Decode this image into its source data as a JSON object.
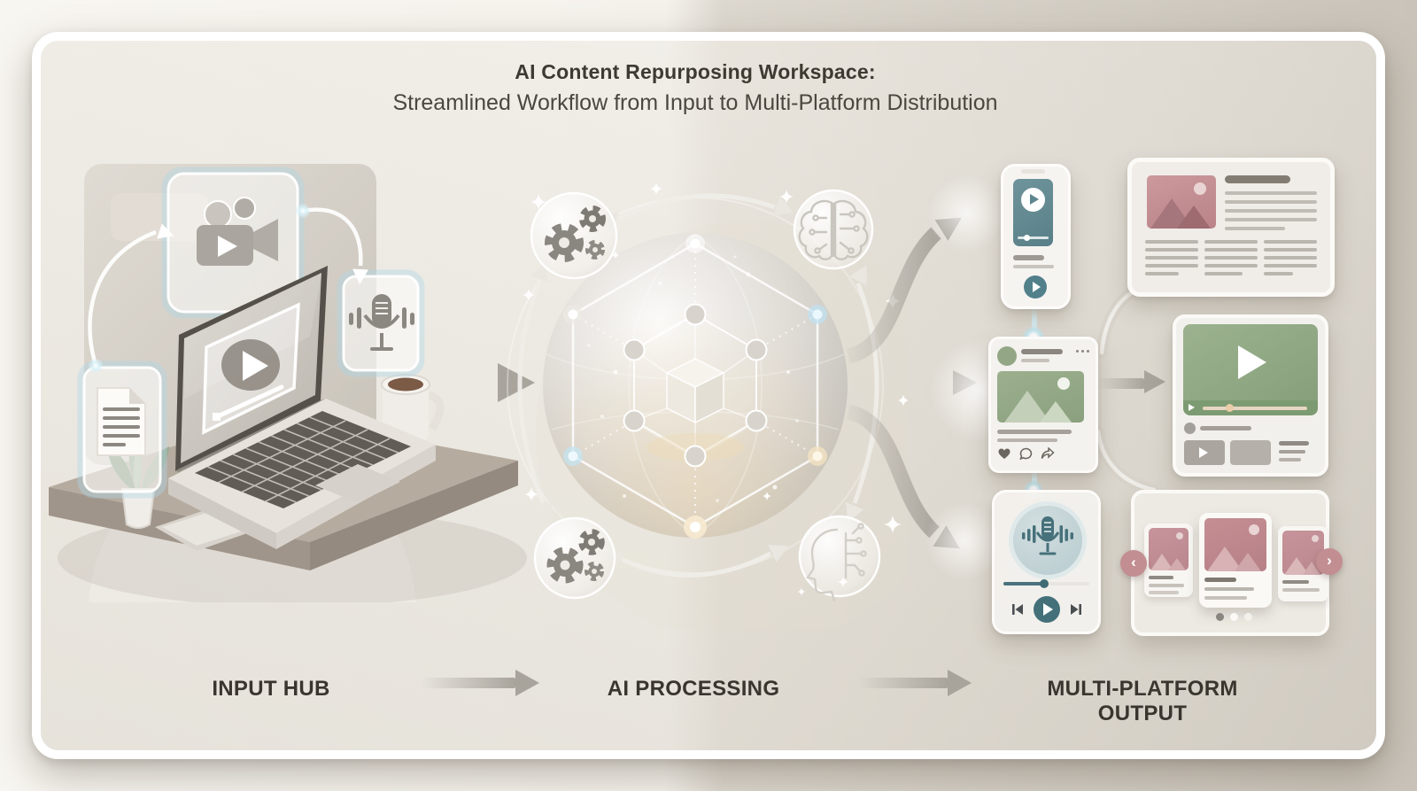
{
  "header": {
    "title_line1": "AI Content Repurposing Workspace:",
    "title_line2": "Streamlined Workflow from Input to Multi-Platform Distribution"
  },
  "flow": {
    "input_label": "INPUT HUB",
    "processing_label": "AI PROCESSING",
    "output_label": "MULTI-PLATFORM OUTPUT"
  },
  "input_hub": {
    "source_icons": [
      "document-icon",
      "video-camera-icon",
      "microphone-icon"
    ],
    "device": "laptop-with-video-player",
    "desk_items": [
      "potted-plant",
      "tablet",
      "coffee-mug"
    ]
  },
  "ai_processing": {
    "core": "neural-network-sphere-with-cube",
    "bubble_icons": [
      "gears-icon",
      "brain-circuit-icon",
      "gears-icon",
      "ai-head-circuit-icon"
    ]
  },
  "output": {
    "mobile_video": {
      "type": "short-video-phone",
      "progress_fraction": 0.3
    },
    "article": {
      "type": "blog-article",
      "text_columns": 3
    },
    "social_post": {
      "type": "social-feed-post",
      "actions": [
        "like",
        "comment",
        "share"
      ]
    },
    "video_player": {
      "type": "web-video-player",
      "progress_fraction": 0.25
    },
    "podcast": {
      "type": "podcast-audio-player",
      "progress_fraction": 0.46,
      "controls": [
        "previous",
        "play",
        "next"
      ]
    },
    "carousel": {
      "type": "image-carousel",
      "slides": 3,
      "dots": 3,
      "active_dot": 1
    }
  },
  "colors": {
    "teal": "#5d868e",
    "sage_green": "#93ab88",
    "mauve": "#c28f94",
    "arrow_gray": "#a8a39b",
    "ink": "#3c382f"
  }
}
